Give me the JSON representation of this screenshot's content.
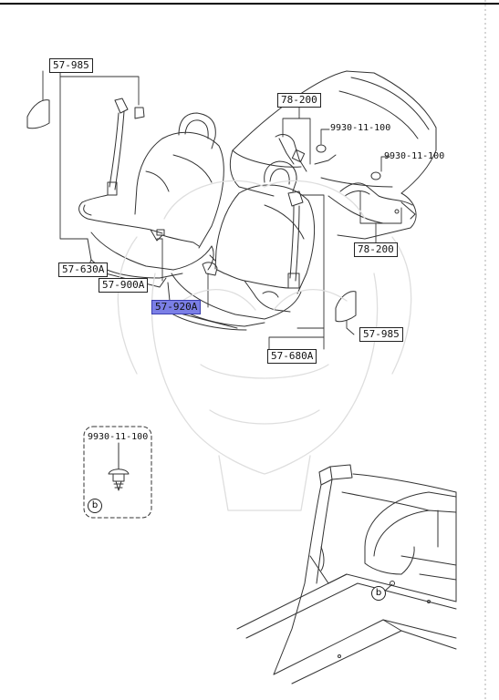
{
  "labels": {
    "belt_rear_left": "57-985",
    "belt_front_left": "57-630A",
    "belt_bracket": "57-900A",
    "belt_selected": "57-920A",
    "belt_front_right": "57-680A",
    "belt_rear_right": "57-985",
    "rear_belt_top": "78-200",
    "rear_belt_bottom": "78-200",
    "bolt_upper": "9930-11-100",
    "bolt_right": "9930-11-100",
    "detail_bolt": "9930-11-100",
    "detail_ref": "b",
    "vehicle_ref": "b"
  },
  "colors": {
    "line": "#333333",
    "highlight": "#7b7fe6",
    "frame": "#000000"
  }
}
